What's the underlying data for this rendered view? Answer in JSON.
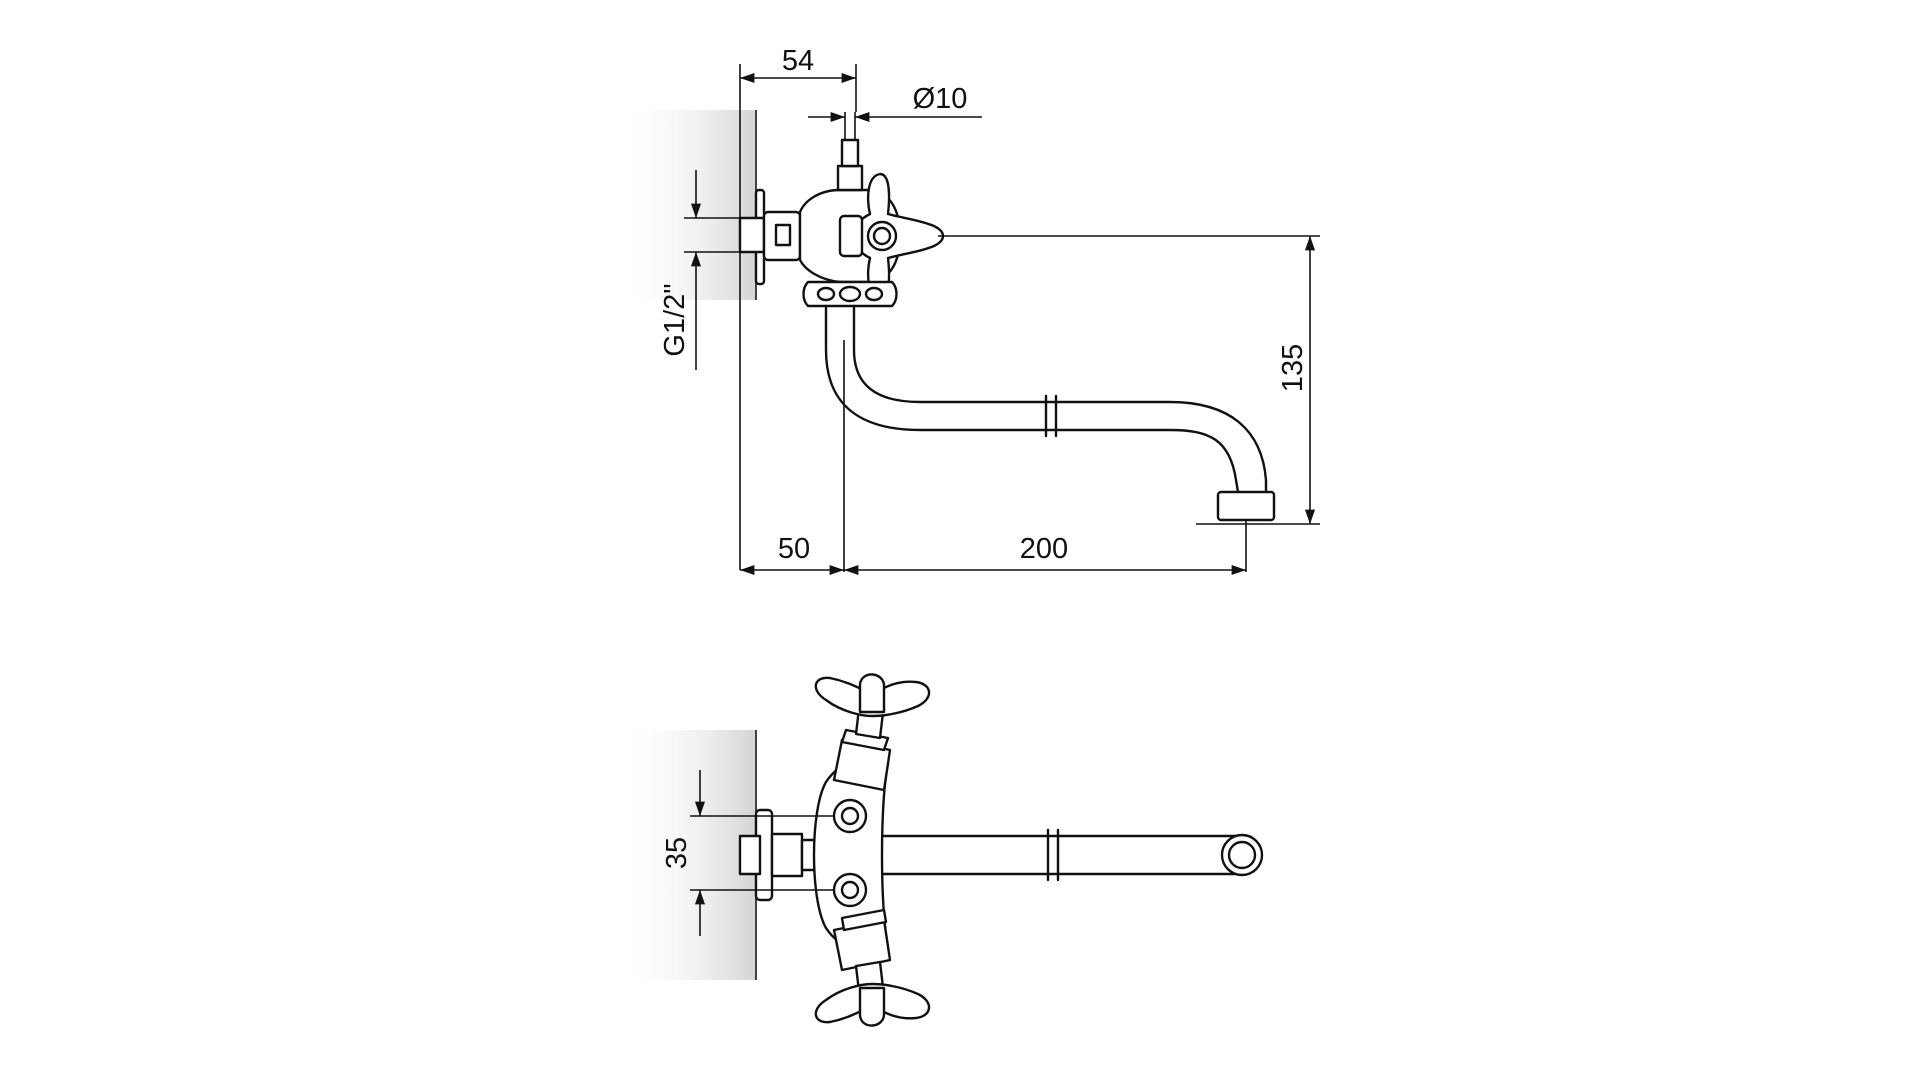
{
  "dimensions": {
    "top_width": "54",
    "diameter": "Ø10",
    "thread": "G1/2\"",
    "height": "135",
    "wall_offset": "50",
    "spout_reach": "200",
    "centers": "35"
  },
  "colors": {
    "line": "#111111",
    "wall_shadow": "#d9d9d9",
    "background": "#ffffff"
  }
}
